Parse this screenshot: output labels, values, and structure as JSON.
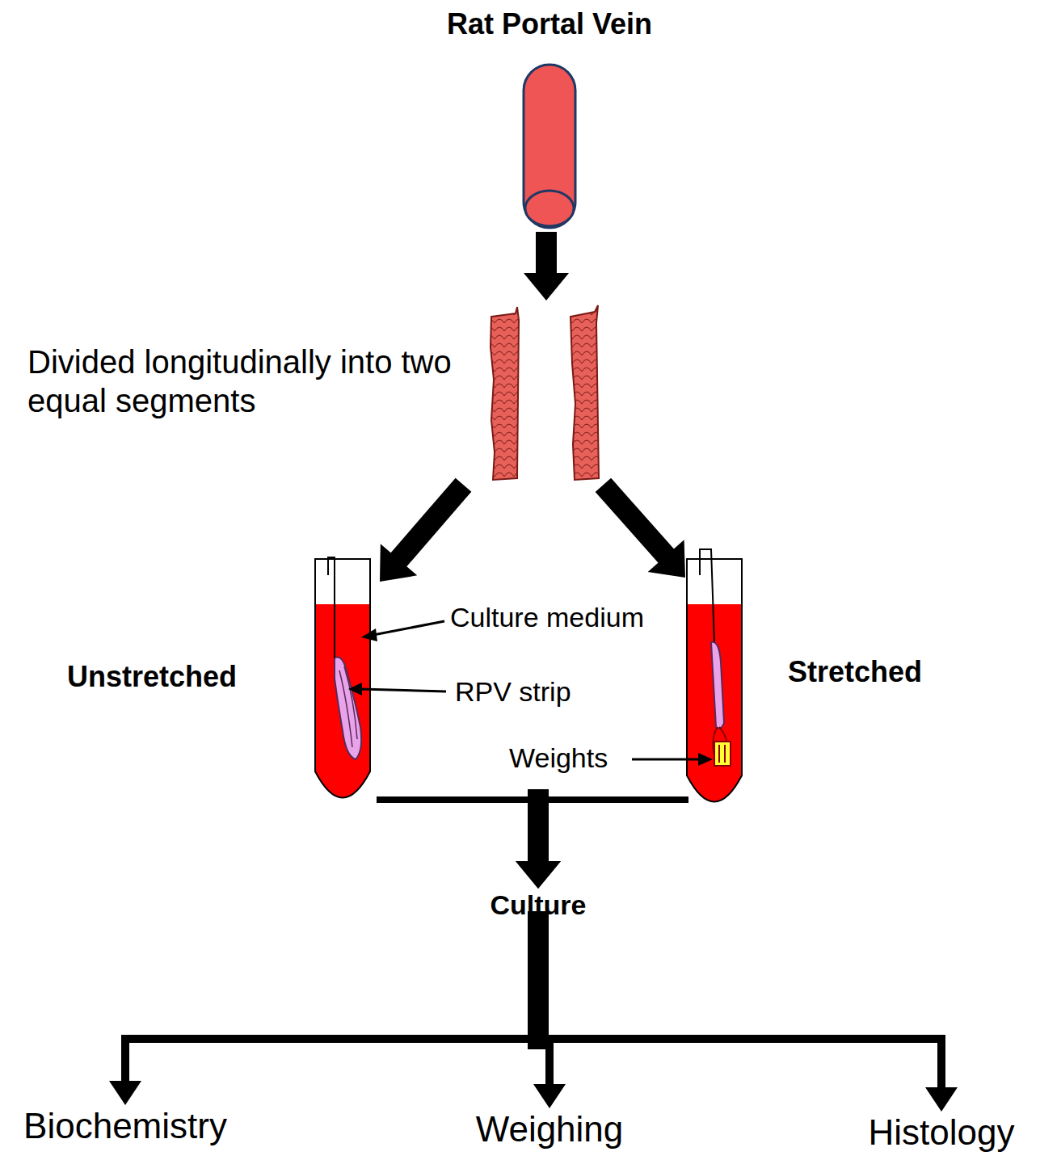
{
  "diagram": {
    "nodes": [
      {
        "text": [
          "Rat Portal Vein"
        ]
      },
      {
        "text": [
          "Divided longitudinally into two equal segments"
        ]
      },
      {
        "text": [
          "Unstretched"
        ]
      },
      {
        "text": [
          "Stretched"
        ]
      },
      {
        "text": [
          "Culture"
        ]
      },
      {
        "text": [
          "Biochemistry"
        ]
      },
      {
        "text": [
          "Weighing"
        ]
      },
      {
        "text": [
          "Histology"
        ]
      }
    ],
    "edges": [
      {
        "from": 0,
        "to": 1,
        "arrow": "to"
      },
      {
        "from": 1,
        "to": 2,
        "arrow": "to"
      },
      {
        "from": 1,
        "to": 3,
        "arrow": "to"
      },
      {
        "from": 2,
        "to": 4,
        "arrow": "to"
      },
      {
        "from": 3,
        "to": 4,
        "arrow": "to"
      },
      {
        "from": 4,
        "to": 5,
        "arrow": "to"
      },
      {
        "from": 4,
        "to": 6,
        "arrow": "to"
      },
      {
        "from": 4,
        "to": 7,
        "arrow": "to"
      }
    ],
    "labels": [
      "Culture medium",
      "RPV strip",
      "Weights"
    ]
  }
}
